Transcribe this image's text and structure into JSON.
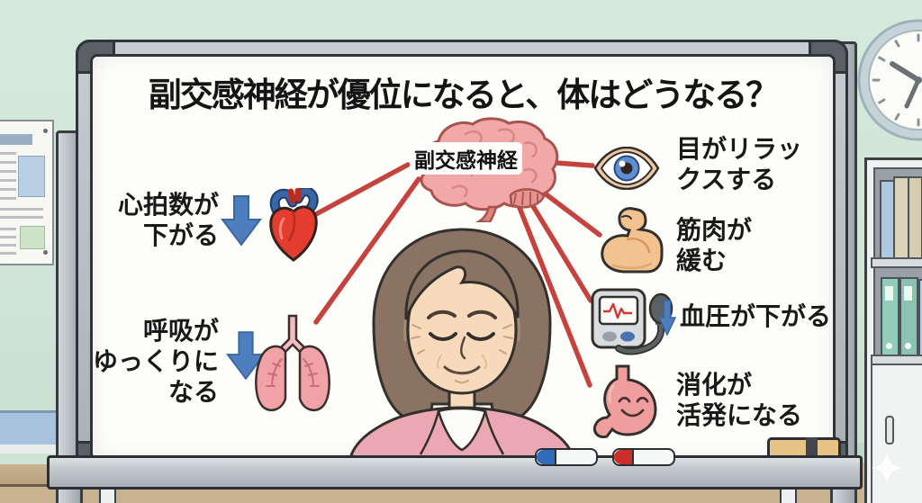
{
  "board": {
    "title": "副交感神経が優位になると、体はどうなる？",
    "brain_label": "副交感神経"
  },
  "effects": {
    "heart_rate": {
      "icon": "heart-icon",
      "arrow": "down",
      "lines": [
        "心拍数が",
        "下がる"
      ]
    },
    "breathing": {
      "icon": "lungs-icon",
      "arrow": "down",
      "lines": [
        "呼吸が",
        "ゆっくりに",
        "なる"
      ]
    },
    "eye_relax": {
      "icon": "eye-icon",
      "lines": [
        "目がリラッ",
        "クスする"
      ]
    },
    "muscle_loosen": {
      "icon": "flexed-biceps-icon",
      "lines": [
        "筋肉が",
        "緩む"
      ]
    },
    "blood_pressure": {
      "icon": "blood-pressure-monitor-icon",
      "arrow": "down",
      "lines": [
        "血圧が下がる"
      ]
    },
    "digestion": {
      "icon": "stomach-icon",
      "lines": [
        "消化が",
        "活発になる"
      ]
    }
  },
  "colors": {
    "wall": "#cfe4d6",
    "board_surface": "#fdfdfa",
    "board_frame": "#b7bec2",
    "connector_red": "#c5423e",
    "arrow_blue": "#4d7fbf",
    "title_text": "#141414",
    "floor": "#c9b290",
    "cardigan_pink": "#eba7b2",
    "brain_pink": "#f2a8a6"
  }
}
